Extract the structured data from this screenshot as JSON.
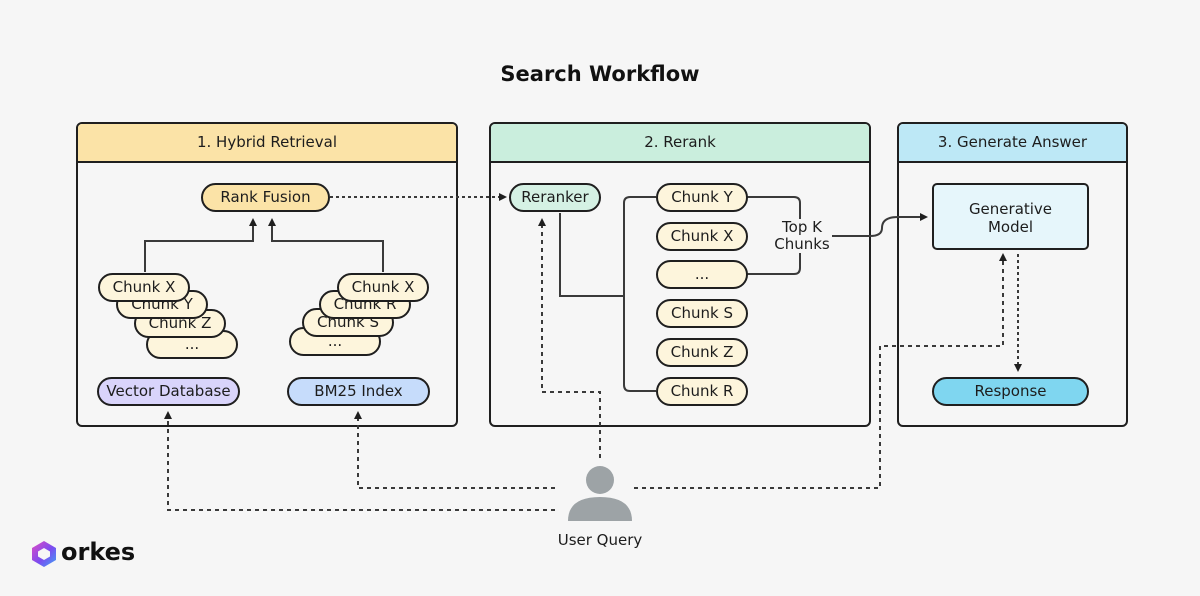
{
  "title": "Search Workflow",
  "panels": {
    "retrieval": {
      "label": "1. Hybrid Retrieval",
      "color": "#fbe3a7"
    },
    "rerank": {
      "label": "2. Rerank",
      "color": "#caeedd"
    },
    "generate": {
      "label": "3. Generate Answer",
      "color": "#bde8f6"
    }
  },
  "retrieval": {
    "rank_fusion": "Rank Fusion",
    "vector_stack": [
      "Chunk X",
      "Chunk Y",
      "Chunk Z",
      "..."
    ],
    "bm25_stack": [
      "Chunk X",
      "Chunk R",
      "Chunk S",
      "..."
    ],
    "vector_db": "Vector Database",
    "bm25_index": "BM25 Index"
  },
  "rerank": {
    "reranker": "Reranker",
    "chunks": [
      "Chunk Y",
      "Chunk X",
      "...",
      "Chunk S",
      "Chunk Z",
      "Chunk R"
    ],
    "top_k": "Top K\nChunks"
  },
  "generate": {
    "model": "Generative\nModel",
    "response": "Response"
  },
  "user_query": "User Query",
  "logo": "orkes",
  "colors": {
    "chunk": "#fdf5dc",
    "rank_fusion": "#fbe3a7",
    "vector_db": "#d9d4fb",
    "bm25": "#c6dcfb",
    "reranker": "#d5f1e4",
    "model": "#e6f6fb",
    "response": "#7fd6f0",
    "user": "#9da3a6"
  }
}
